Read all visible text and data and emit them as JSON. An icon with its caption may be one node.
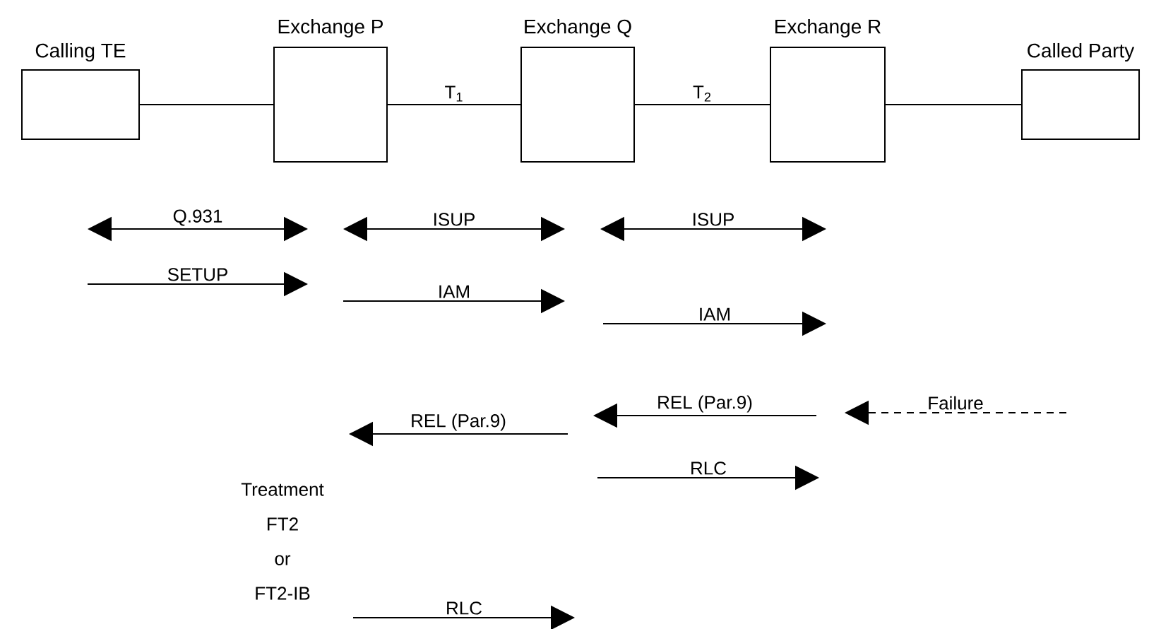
{
  "diagram": {
    "nodes": [
      {
        "text": [
          "Calling TE"
        ]
      },
      {
        "text": [
          "Exchange P"
        ]
      },
      {
        "text": [
          "Exchange Q"
        ]
      },
      {
        "text": [
          "Exchange R"
        ]
      },
      {
        "text": [
          "Called Party"
        ]
      }
    ],
    "edges": [
      {
        "from": 0,
        "to": 1,
        "arrow": "none"
      },
      {
        "from": 1,
        "to": 2,
        "arrow": "none",
        "label": "T$_{1}$"
      },
      {
        "from": 2,
        "to": 3,
        "arrow": "none",
        "label": "T$_{2}$"
      },
      {
        "from": 3,
        "to": 4,
        "arrow": "none"
      }
    ],
    "labels": [
      "Q.931",
      "ISUP",
      "ISUP",
      "SETUP",
      "IAM",
      "IAM",
      "REL (Par.9)",
      "Failure",
      "REL (Par.9)",
      "RLC",
      "Treatment FT2 or FT2-IB",
      "RLC"
    ]
  }
}
